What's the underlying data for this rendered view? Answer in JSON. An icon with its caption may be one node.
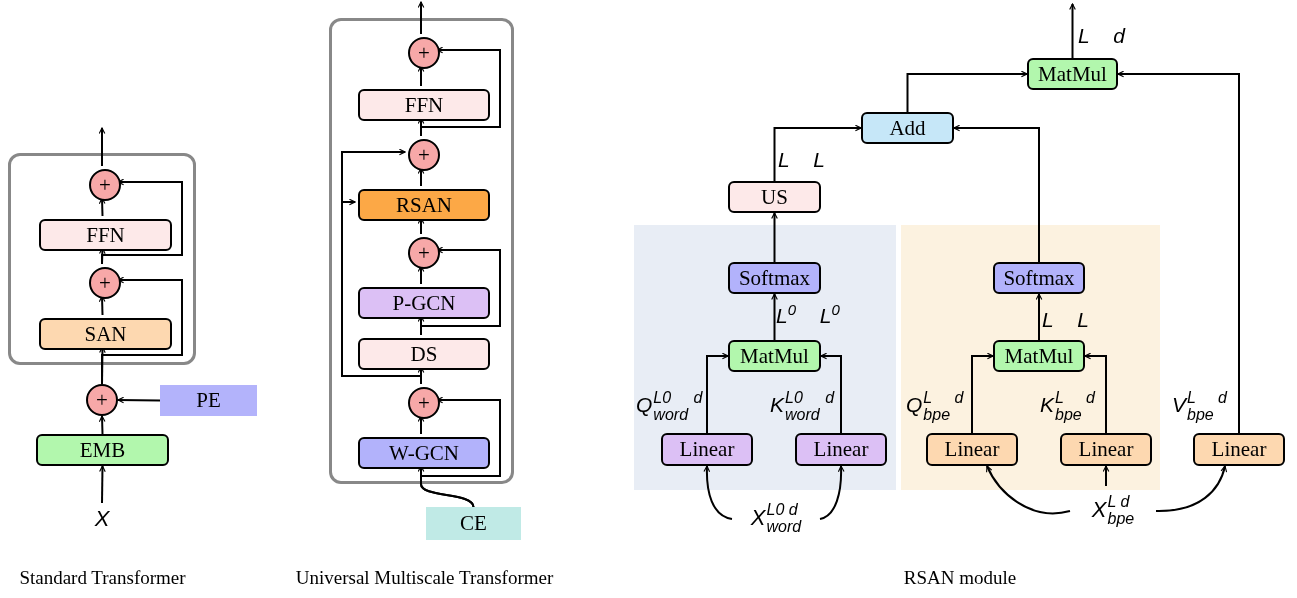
{
  "diagram": {
    "nodes": [
      {
        "text": [],
        "shape": "box"
      },
      {
        "text": [
          "+"
        ],
        "in": 0
      },
      {
        "text": [
          "FFN"
        ],
        "in": 0
      },
      {
        "text": [
          "+"
        ],
        "in": 0
      },
      {
        "text": [
          "SAN"
        ],
        "in": 0
      },
      {
        "text": [
          "+"
        ]
      },
      {
        "text": [
          "PE"
        ]
      },
      {
        "text": [
          "EMB"
        ]
      },
      {
        "text": [
          "X"
        ]
      },
      {
        "text": [],
        "shape": "box"
      },
      {
        "text": [
          "+"
        ],
        "in": 9
      },
      {
        "text": [
          "FFN"
        ],
        "in": 9
      },
      {
        "text": [
          "+"
        ],
        "in": 9
      },
      {
        "text": [
          "RSAN"
        ],
        "in": 9
      },
      {
        "text": [
          "+"
        ],
        "in": 9
      },
      {
        "text": [
          "P-GCN"
        ],
        "in": 9
      },
      {
        "text": [
          "DS"
        ],
        "in": 9
      },
      {
        "text": [
          "+"
        ],
        "in": 9
      },
      {
        "text": [
          "W-GCN"
        ],
        "in": 9
      },
      {
        "text": [
          "CE"
        ]
      },
      {
        "text": [
          "MatMul"
        ]
      },
      {
        "text": [
          "Add"
        ]
      },
      {
        "text": [
          "US"
        ]
      },
      {
        "text": [],
        "shape": "box"
      },
      {
        "text": [
          "Softmax"
        ],
        "in": 23
      },
      {
        "text": [
          "MatMul"
        ],
        "in": 23
      },
      {
        "text": [
          "Linear"
        ],
        "in": 23
      },
      {
        "text": [
          "Linear"
        ],
        "in": 23
      },
      {
        "text": [],
        "shape": "box"
      },
      {
        "text": [
          "Softmax"
        ],
        "in": 28
      },
      {
        "text": [
          "MatMul"
        ],
        "in": 28
      },
      {
        "text": [
          "Linear"
        ],
        "in": 28
      },
      {
        "text": [
          "Linear"
        ],
        "in": 28
      },
      {
        "text": [
          "Linear"
        ]
      },
      {
        "text": [
          "X$^{L0 d}$$_{word}$"
        ]
      },
      {
        "text": [
          "X$^{L d}$$_{bpe}$"
        ]
      }
    ],
    "edges": [
      {
        "from": 8,
        "to": 7,
        "arrow": "to"
      },
      {
        "from": 7,
        "to": 5,
        "arrow": "to"
      },
      {
        "from": 6,
        "to": 5,
        "arrow": "to"
      },
      {
        "from": 5,
        "to": 4,
        "arrow": "to"
      },
      {
        "from": 5,
        "to": 3,
        "arrow": "to"
      },
      {
        "from": 4,
        "to": 3,
        "arrow": "to"
      },
      {
        "from": 3,
        "to": 2,
        "arrow": "to"
      },
      {
        "from": 3,
        "to": 1,
        "arrow": "to"
      },
      {
        "from": 2,
        "to": 1,
        "arrow": "to"
      },
      {
        "from": 1,
        "to": null,
        "arrow": "to"
      },
      {
        "from": 19,
        "to": 18,
        "arrow": "to"
      },
      {
        "from": 19,
        "to": 17,
        "arrow": "to"
      },
      {
        "from": 18,
        "to": 17,
        "arrow": "to"
      },
      {
        "from": 17,
        "to": 16,
        "arrow": "to"
      },
      {
        "from": 17,
        "to": 13,
        "arrow": "to"
      },
      {
        "from": 17,
        "to": 12,
        "arrow": "to"
      },
      {
        "from": 16,
        "to": 15,
        "arrow": "to"
      },
      {
        "from": 16,
        "to": 14,
        "arrow": "to"
      },
      {
        "from": 15,
        "to": 14,
        "arrow": "to"
      },
      {
        "from": 14,
        "to": 13,
        "arrow": "to"
      },
      {
        "from": 13,
        "to": 12,
        "arrow": "to"
      },
      {
        "from": 12,
        "to": 11,
        "arrow": "to"
      },
      {
        "from": 12,
        "to": 10,
        "arrow": "to"
      },
      {
        "from": 11,
        "to": 10,
        "arrow": "to"
      },
      {
        "from": 10,
        "to": null,
        "arrow": "to"
      },
      {
        "from": 34,
        "to": 26,
        "arrow": "to"
      },
      {
        "from": 34,
        "to": 27,
        "arrow": "to"
      },
      {
        "from": 35,
        "to": 31,
        "arrow": "to"
      },
      {
        "from": 35,
        "to": 33,
        "arrow": "to"
      },
      {
        "from": 35,
        "to": 32,
        "arrow": "to"
      },
      {
        "from": 26,
        "to": 25,
        "arrow": "to"
      },
      {
        "from": 27,
        "to": 25,
        "arrow": "to"
      },
      {
        "from": 25,
        "to": 24,
        "arrow": "to"
      },
      {
        "from": 24,
        "to": 22,
        "arrow": "to"
      },
      {
        "from": 22,
        "to": 21,
        "arrow": "to"
      },
      {
        "from": 31,
        "to": 30,
        "arrow": "to"
      },
      {
        "from": 32,
        "to": 30,
        "arrow": "to"
      },
      {
        "from": 30,
        "to": 29,
        "arrow": "to"
      },
      {
        "from": 29,
        "to": 21,
        "arrow": "to"
      },
      {
        "from": 21,
        "to": 20,
        "arrow": "to"
      },
      {
        "from": 33,
        "to": 20,
        "arrow": "to"
      },
      {
        "from": 20,
        "to": null,
        "arrow": "to"
      }
    ],
    "labels": [
      "L d",
      "L L",
      "L$^{0}$ L$^{0}$",
      "L L",
      "Q$^{L0 d}$$_{word}$",
      "K$^{L0 d}$$_{word}$",
      "Q$^{L d}$$_{bpe}$",
      "K$^{L d}$$_{bpe}$",
      "V$^{L d}$$_{bpe}$",
      "Standard Transformer",
      "Universal Multiscale Transformer",
      "RSAN module"
    ]
  }
}
